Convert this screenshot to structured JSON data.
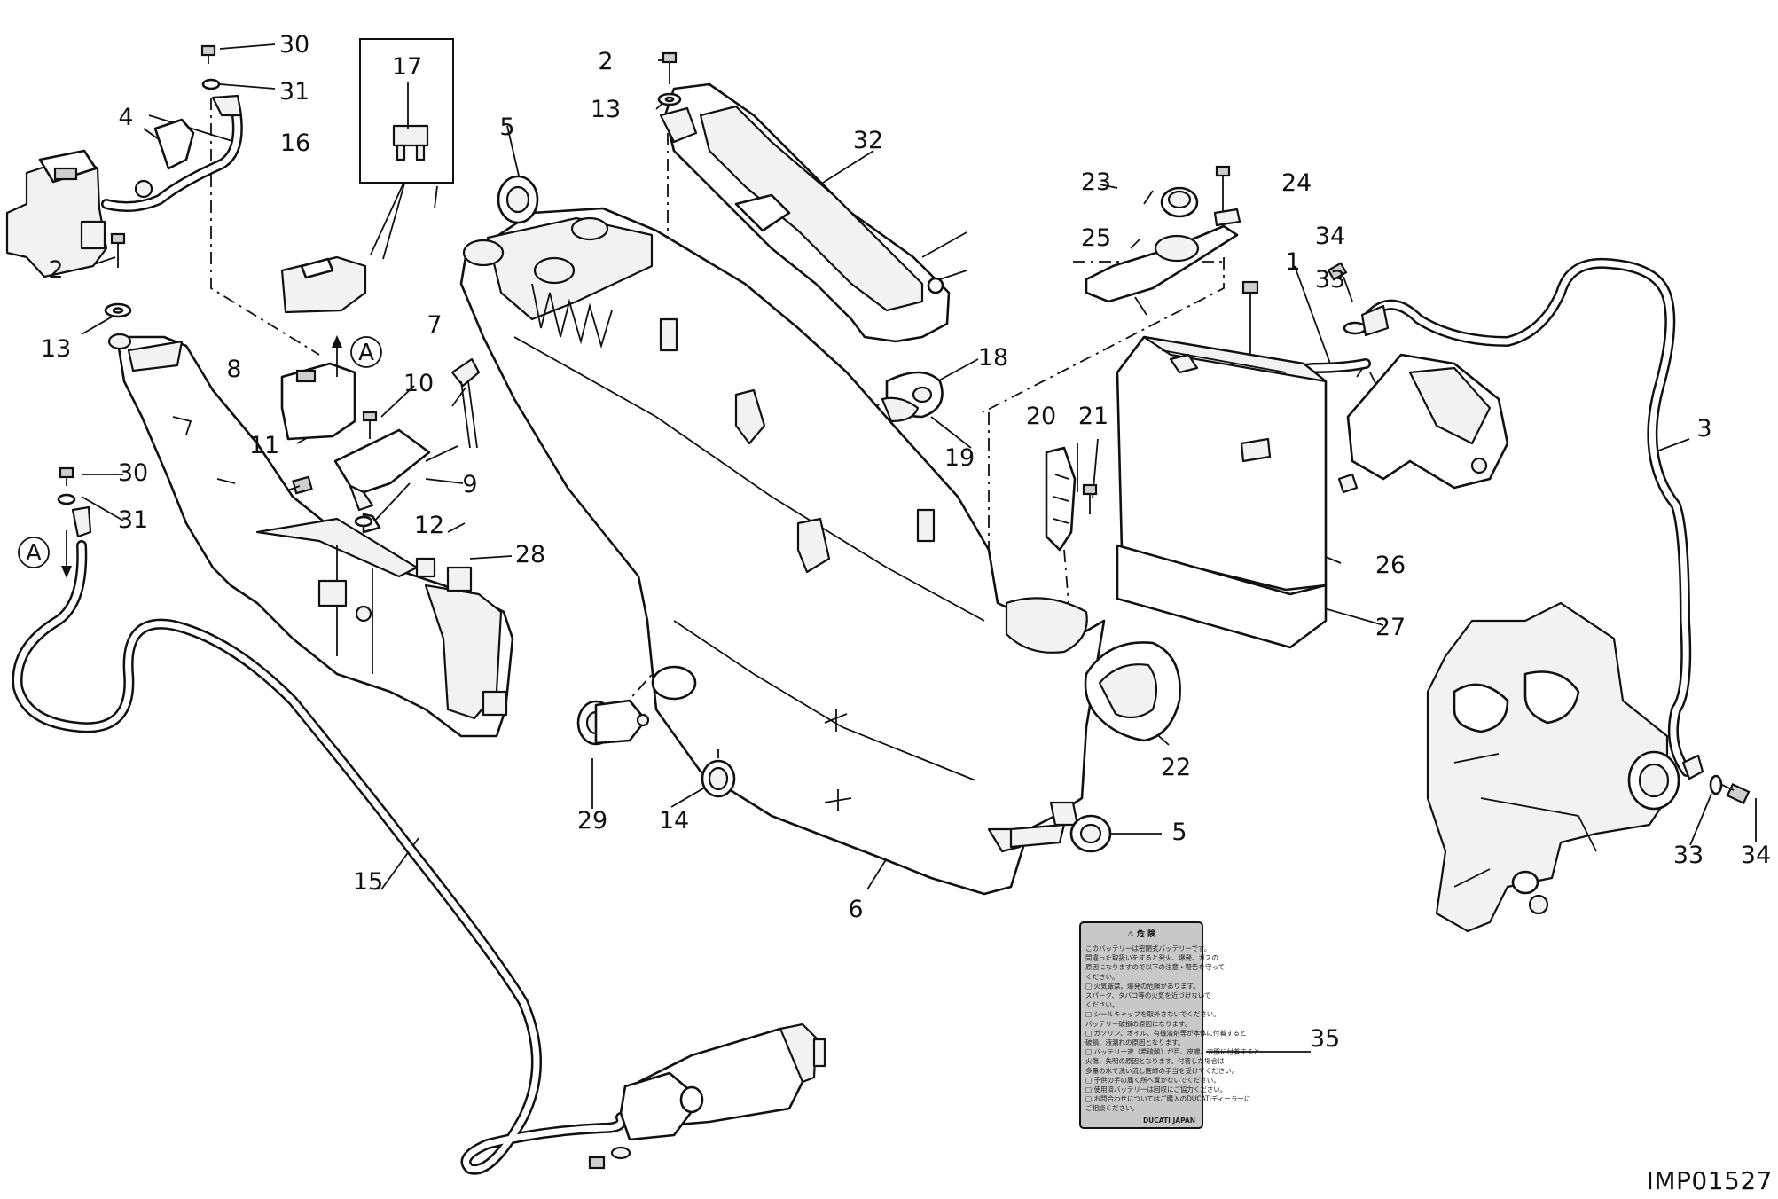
{
  "diagram": {
    "reference_code": "IMP01527",
    "view_marker": "A",
    "callouts": [
      "1",
      "2",
      "3",
      "4",
      "5",
      "6",
      "7",
      "8",
      "9",
      "10",
      "11",
      "12",
      "13",
      "14",
      "15",
      "16",
      "17",
      "18",
      "19",
      "20",
      "21",
      "22",
      "23",
      "24",
      "25",
      "26",
      "27",
      "28",
      "29",
      "30",
      "31",
      "32",
      "33",
      "34",
      "35"
    ],
    "warning_label": {
      "heading": "⚠ 危 険",
      "lines": [
        "このバッテリーは密閉式バッテリーです。",
        "間違った取扱いをすると発火、爆発、ガスの",
        "原因になりますので以下の注意・警告を守って",
        "ください。",
        "□ 火気厳禁。爆発の危険があります。",
        "   スパーク、タバコ等の火気を近づけないで",
        "   ください。",
        "□ シールキャップを取外さないでください。",
        "   バッテリー破損の原因になります。",
        "□ ガソリン、オイル、有機溶剤等が本体に付着すると",
        "   破損、液漏れの原因となります。",
        "□ バッテリー液（希硫酸）が目、皮膚、衣服に付着すると",
        "   火傷、失明の原因となります。付着した場合は",
        "   多量の水で洗い流し医師の手当を受けてください。",
        "□ 子供の手の届く所へ置かないでください。",
        "□ 使用済バッテリーは回収にご協力ください。",
        "□ お問合わせについてはご購入のDUCATIディーラーに",
        "   ご相談ください。"
      ],
      "brand": "DUCATI JAPAN"
    }
  }
}
